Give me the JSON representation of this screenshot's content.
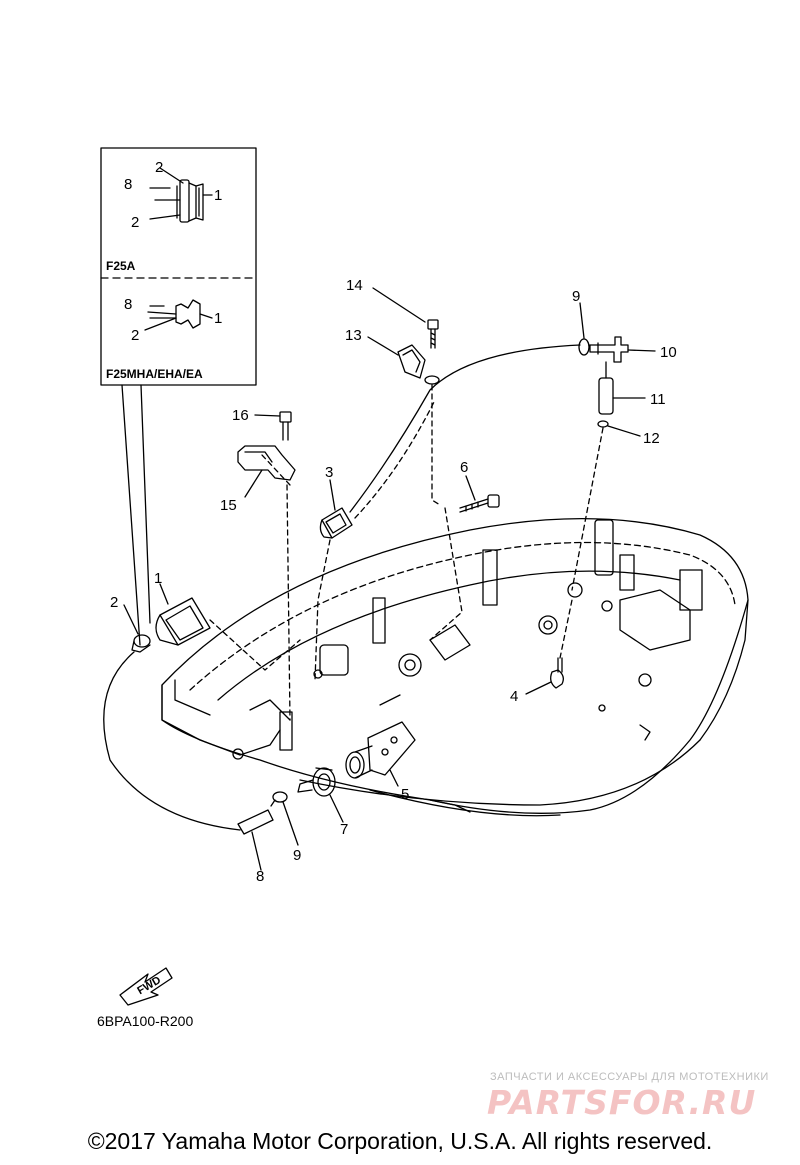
{
  "insets": {
    "top_model": "F25A",
    "bottom_model": "F25MHA/EHA/EA"
  },
  "inset_callouts": {
    "top": [
      "8",
      "2",
      "2",
      "1"
    ],
    "bottom": [
      "8",
      "2",
      "1"
    ]
  },
  "parts": [
    {
      "id": "1",
      "text": "1"
    },
    {
      "id": "2",
      "text": "2"
    },
    {
      "id": "3",
      "text": "3"
    },
    {
      "id": "4",
      "text": "4"
    },
    {
      "id": "5",
      "text": "5"
    },
    {
      "id": "6",
      "text": "6"
    },
    {
      "id": "7",
      "text": "7"
    },
    {
      "id": "8",
      "text": "8"
    },
    {
      "id": "9a",
      "text": "9"
    },
    {
      "id": "9b",
      "text": "9"
    },
    {
      "id": "10",
      "text": "10"
    },
    {
      "id": "11",
      "text": "11"
    },
    {
      "id": "12",
      "text": "12"
    },
    {
      "id": "13",
      "text": "13"
    },
    {
      "id": "14",
      "text": "14"
    },
    {
      "id": "15",
      "text": "15"
    },
    {
      "id": "16",
      "text": "16"
    }
  ],
  "fwd_label": "FWD",
  "diagram_code": "6BPA100-R200",
  "watermark": {
    "small": "ЗАПЧАСТИ И АКСЕССУАРЫ ДЛЯ МОТОТЕХНИКИ",
    "logo": "PARTSFOR.RU"
  },
  "copyright": "©2017 Yamaha Motor Corporation, U.S.A. All rights reserved.",
  "colors": {
    "line": "#000000",
    "watermark_logo": "#f4c3c3",
    "watermark_text": "#bcbcbc"
  }
}
